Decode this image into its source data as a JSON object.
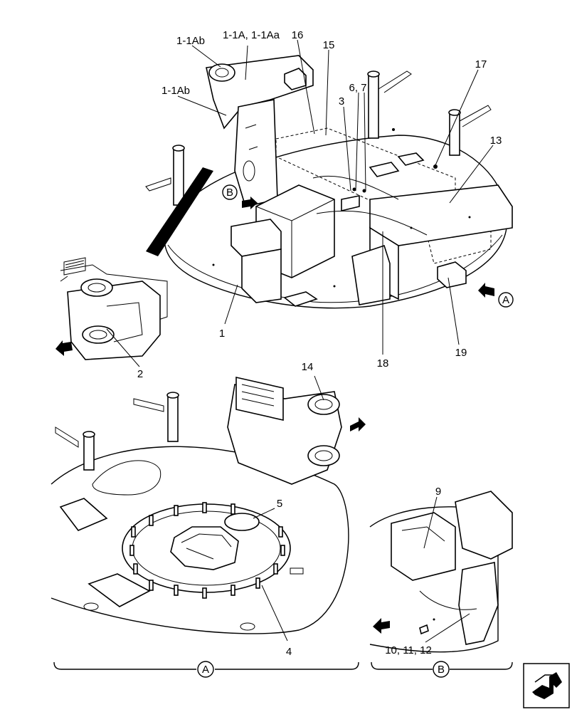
{
  "callouts": {
    "c_1_1ab_top": "1-1Ab",
    "c_1_1a": "1-1A, 1-1Aa",
    "c_16": "16",
    "c_15": "15",
    "c_1_1ab_left": "1-1Ab",
    "c_6_7": "6, 7",
    "c_3": "3",
    "c_17": "17",
    "c_13": "13",
    "c_1": "1",
    "c_18": "18",
    "c_19": "19",
    "c_2": "2",
    "c_14": "14",
    "c_5": "5",
    "c_4": "4",
    "c_9": "9",
    "c_10_11_12": "10, 11, 12"
  },
  "view_markers": {
    "b_arrow_label": "B",
    "a_arrow_label": "A",
    "a_bracket_label": "A",
    "b_bracket_label": "B"
  },
  "nav": {
    "icon": "next-page-icon"
  }
}
